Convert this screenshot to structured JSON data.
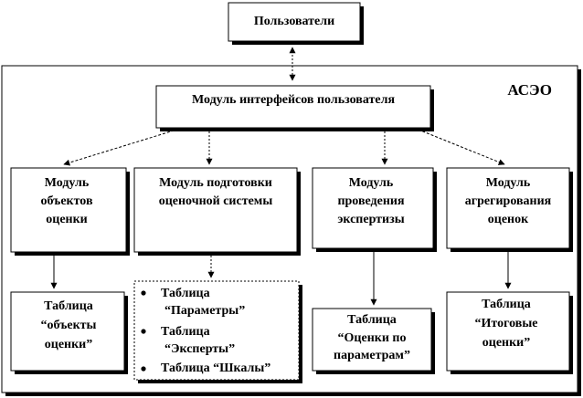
{
  "users": {
    "label": "Пользователи"
  },
  "system_label": "АСЭО",
  "interface_module": {
    "label": "Модуль интерфейсов  пользователя"
  },
  "modules": [
    {
      "lines": [
        "Модуль",
        "объектов",
        "оценки"
      ]
    },
    {
      "lines": [
        "Модуль подготовки",
        "оценочной  системы"
      ]
    },
    {
      "lines": [
        "Модуль",
        "проведения",
        "экспертизы"
      ]
    },
    {
      "lines": [
        "Модуль",
        "агрегирования",
        "оценок"
      ]
    }
  ],
  "tables": [
    {
      "lines": [
        "Таблица",
        "“объекты",
        "оценки”"
      ]
    },
    {
      "bullets": [
        "Таблица",
        "“Параметры”",
        "Таблица",
        "“Эксперты”",
        "Таблица  “Шкалы”"
      ]
    },
    {
      "lines": [
        "Таблица",
        "“Оценки  по",
        "параметрам”"
      ]
    },
    {
      "lines": [
        "Таблица",
        "“Итоговые",
        "оценки”"
      ]
    }
  ]
}
